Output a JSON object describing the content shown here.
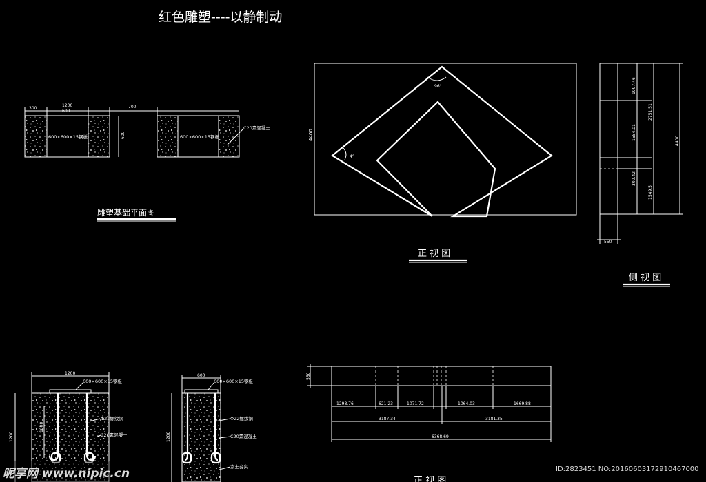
{
  "title": "红色雕塑----以静制动",
  "views": {
    "foundation_plan": {
      "label": "雕塑基础平面图"
    },
    "front": {
      "label": "正 视 图"
    },
    "side": {
      "label": "侧 视 图"
    },
    "bottom": {
      "label": "正 视 图"
    }
  },
  "plan_dims": {
    "total_width": "1200",
    "left_seg": "300",
    "mid_seg": "600",
    "gap": "700",
    "height": "600",
    "plate_left": "600×600×15钢板",
    "plate_right": "600×600×15钢板",
    "concrete": "C20素混凝土"
  },
  "front_dims": {
    "height": "4400",
    "angle_top": "96°",
    "angle_left": "4°"
  },
  "side_dims": {
    "h1": "1097.46",
    "h2": "1554.01",
    "h3": "300.42",
    "h4": "1549.5",
    "h_total_upper": "2751.51",
    "h_total": "4400",
    "width": "550"
  },
  "bottom_dims": {
    "segments": [
      "1298.76",
      "621.23",
      "1071.72",
      "1064.03",
      "1669.88"
    ],
    "half_left": "3187.34",
    "half_right": "3181.35",
    "total": "6368.69",
    "thickness": "550"
  },
  "section_left": {
    "width": "1200",
    "height": "1200",
    "depth": "1000",
    "plate": "600×600×15钢板",
    "rebar": "Φ22螺纹钢",
    "concrete": "C20素混凝土"
  },
  "section_right": {
    "width": "600",
    "height": "1200",
    "plate": "600×600×15钢板",
    "rebar": "Φ22螺纹钢",
    "concrete": "C20素混凝土",
    "soil": "素土夯实"
  },
  "watermark": {
    "logo": "昵享网 www.nipic.cn",
    "id": "ID:2823451 NO:20160603172910467000"
  }
}
